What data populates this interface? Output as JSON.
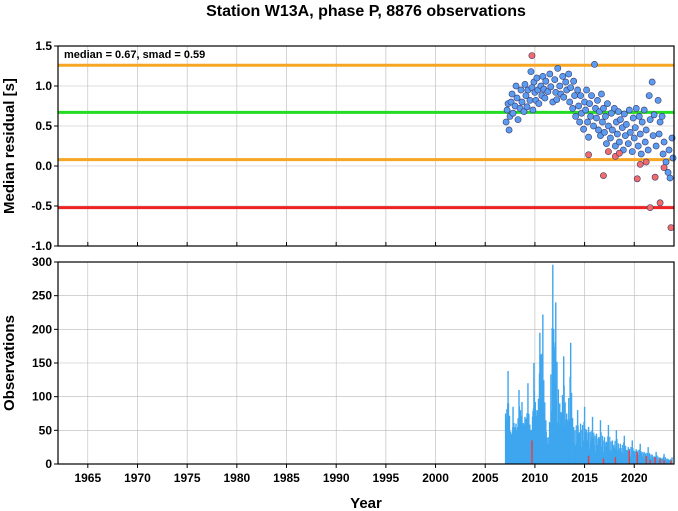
{
  "title": "Station W13A, phase P, 8876 observations",
  "chart_data": [
    {
      "type": "scatter",
      "ylabel": "Median residual [s]",
      "xlim": [
        1962,
        2024
      ],
      "ylim": [
        -1.0,
        1.5
      ],
      "yticks": [
        "1.5",
        "1.0",
        "0.5",
        "0.0",
        "-0.5",
        "-1.0"
      ],
      "grid": true,
      "annotation": "median = 0.67, smad = 0.59",
      "reference_lines": [
        {
          "value": 1.26,
          "color": "#f6a623"
        },
        {
          "value": 0.67,
          "color": "#22dd22"
        },
        {
          "value": 0.08,
          "color": "#f6a623"
        },
        {
          "value": -0.52,
          "color": "#ee2222"
        }
      ],
      "series": [
        {
          "color": "#5b9bf0",
          "points": [
            [
              2007.1,
              0.55
            ],
            [
              2007.2,
              0.7
            ],
            [
              2007.3,
              0.78
            ],
            [
              2007.4,
              0.45
            ],
            [
              2007.5,
              0.62
            ],
            [
              2007.6,
              0.8
            ],
            [
              2007.7,
              0.9
            ],
            [
              2007.8,
              0.66
            ],
            [
              2008.0,
              0.75
            ],
            [
              2008.1,
              1.0
            ],
            [
              2008.2,
              0.85
            ],
            [
              2008.3,
              0.58
            ],
            [
              2008.5,
              0.72
            ],
            [
              2008.6,
              0.95
            ],
            [
              2008.7,
              0.8
            ],
            [
              2008.9,
              0.68
            ],
            [
              2009.0,
              1.02
            ],
            [
              2009.1,
              0.88
            ],
            [
              2009.2,
              0.74
            ],
            [
              2009.3,
              0.95
            ],
            [
              2009.5,
              0.82
            ],
            [
              2009.6,
              1.18
            ],
            [
              2009.7,
              0.98
            ],
            [
              2009.8,
              0.7
            ],
            [
              2009.9,
              1.05
            ],
            [
              2010.0,
              0.92
            ],
            [
              2010.1,
              0.82
            ],
            [
              2010.2,
              1.1
            ],
            [
              2010.3,
              0.95
            ],
            [
              2010.4,
              0.78
            ],
            [
              2010.6,
              1.0
            ],
            [
              2010.7,
              0.88
            ],
            [
              2010.8,
              1.12
            ],
            [
              2010.9,
              0.96
            ],
            [
              2011.0,
              0.85
            ],
            [
              2011.1,
              1.06
            ],
            [
              2011.3,
              0.93
            ],
            [
              2011.5,
              1.15
            ],
            [
              2011.6,
              0.99
            ],
            [
              2011.8,
              0.8
            ],
            [
              2012.0,
              1.08
            ],
            [
              2012.1,
              0.92
            ],
            [
              2012.2,
              0.83
            ],
            [
              2012.3,
              1.22
            ],
            [
              2012.5,
              1.0
            ],
            [
              2012.6,
              0.9
            ],
            [
              2012.8,
              1.12
            ],
            [
              2012.9,
              0.86
            ],
            [
              2013.1,
              1.05
            ],
            [
              2013.2,
              0.95
            ],
            [
              2013.4,
              1.15
            ],
            [
              2013.5,
              0.8
            ],
            [
              2013.6,
              0.98
            ],
            [
              2013.8,
              0.72
            ],
            [
              2013.9,
              1.06
            ],
            [
              2014.0,
              0.88
            ],
            [
              2014.1,
              0.62
            ],
            [
              2014.3,
              0.95
            ],
            [
              2014.4,
              0.75
            ],
            [
              2014.5,
              0.55
            ],
            [
              2014.6,
              0.88
            ],
            [
              2014.7,
              0.66
            ],
            [
              2014.9,
              0.46
            ],
            [
              2015.0,
              0.8
            ],
            [
              2015.1,
              0.7
            ],
            [
              2015.2,
              0.95
            ],
            [
              2015.3,
              0.55
            ],
            [
              2015.4,
              0.36
            ],
            [
              2015.5,
              0.78
            ],
            [
              2015.6,
              0.62
            ],
            [
              2015.7,
              0.88
            ],
            [
              2015.9,
              0.5
            ],
            [
              2016.0,
              1.27
            ],
            [
              2016.1,
              0.72
            ],
            [
              2016.2,
              0.6
            ],
            [
              2016.3,
              0.82
            ],
            [
              2016.4,
              0.45
            ],
            [
              2016.5,
              0.68
            ],
            [
              2016.6,
              0.38
            ],
            [
              2016.7,
              0.9
            ],
            [
              2016.8,
              0.55
            ],
            [
              2016.9,
              0.72
            ],
            [
              2017.0,
              0.42
            ],
            [
              2017.1,
              0.62
            ],
            [
              2017.2,
              0.28
            ],
            [
              2017.3,
              0.78
            ],
            [
              2017.4,
              0.5
            ],
            [
              2017.6,
              0.35
            ],
            [
              2017.7,
              0.66
            ],
            [
              2017.8,
              0.45
            ],
            [
              2018.0,
              0.72
            ],
            [
              2018.1,
              0.25
            ],
            [
              2018.2,
              0.55
            ],
            [
              2018.3,
              0.4
            ],
            [
              2018.4,
              0.68
            ],
            [
              2018.5,
              0.3
            ],
            [
              2018.6,
              0.58
            ],
            [
              2018.8,
              0.48
            ],
            [
              2018.9,
              0.2
            ],
            [
              2019.0,
              0.65
            ],
            [
              2019.1,
              0.38
            ],
            [
              2019.2,
              0.52
            ],
            [
              2019.4,
              0.28
            ],
            [
              2019.5,
              0.7
            ],
            [
              2019.6,
              0.42
            ],
            [
              2019.8,
              0.18
            ],
            [
              2019.9,
              0.6
            ],
            [
              2020.0,
              0.35
            ],
            [
              2020.1,
              0.48
            ],
            [
              2020.2,
              0.72
            ],
            [
              2020.4,
              0.25
            ],
            [
              2020.5,
              0.62
            ],
            [
              2020.6,
              0.4
            ],
            [
              2020.7,
              0.15
            ],
            [
              2020.8,
              0.55
            ],
            [
              2021.0,
              0.7
            ],
            [
              2021.1,
              0.3
            ],
            [
              2021.2,
              0.45
            ],
            [
              2021.4,
              0.2
            ],
            [
              2021.5,
              0.88
            ],
            [
              2021.6,
              0.58
            ],
            [
              2021.8,
              1.05
            ],
            [
              2021.9,
              0.38
            ],
            [
              2022.0,
              0.64
            ],
            [
              2022.2,
              0.25
            ],
            [
              2022.4,
              0.82
            ],
            [
              2022.5,
              0.4
            ],
            [
              2022.6,
              0.55
            ],
            [
              2022.8,
              0.62
            ],
            [
              2022.9,
              0.15
            ],
            [
              2023.0,
              0.3
            ],
            [
              2023.2,
              0.05
            ],
            [
              2023.4,
              -0.08
            ],
            [
              2023.5,
              0.2
            ],
            [
              2023.6,
              -0.15
            ],
            [
              2023.8,
              0.35
            ],
            [
              2023.9,
              0.1
            ]
          ]
        },
        {
          "color": "#f26b6b",
          "points": [
            [
              2009.7,
              1.38
            ],
            [
              2015.4,
              0.14
            ],
            [
              2016.9,
              -0.12
            ],
            [
              2017.4,
              0.18
            ],
            [
              2018.1,
              0.12
            ],
            [
              2018.5,
              0.16
            ],
            [
              2020.3,
              -0.16
            ],
            [
              2020.6,
              0.02
            ],
            [
              2021.2,
              0.05
            ],
            [
              2021.6,
              -0.52
            ],
            [
              2022.1,
              -0.14
            ],
            [
              2022.6,
              -0.46
            ],
            [
              2023.0,
              -0.02
            ],
            [
              2023.7,
              -0.77
            ]
          ]
        }
      ]
    },
    {
      "type": "bar",
      "xlabel": "Year",
      "ylabel": "Observations",
      "xlim": [
        1962,
        2024
      ],
      "ylim": [
        0,
        300
      ],
      "xticks": [
        "1965",
        "1970",
        "1975",
        "1980",
        "1985",
        "1990",
        "1995",
        "2000",
        "2005",
        "2010",
        "2015",
        "2020"
      ],
      "yticks": [
        "300",
        "250",
        "200",
        "150",
        "100",
        "50",
        "0"
      ],
      "grid": true,
      "series": [
        {
          "color": "#3ea6ee",
          "spikes": [
            [
              2007.05,
              75
            ],
            [
              2007.3,
              138
            ],
            [
              2007.6,
              45
            ],
            [
              2007.8,
              85
            ],
            [
              2008.1,
              60
            ],
            [
              2008.4,
              110
            ],
            [
              2008.7,
              92
            ],
            [
              2009.0,
              70
            ],
            [
              2009.3,
              120
            ],
            [
              2009.6,
              50
            ],
            [
              2009.9,
              150
            ],
            [
              2010.2,
              80
            ],
            [
              2010.5,
              195
            ],
            [
              2010.8,
              222
            ],
            [
              2011.1,
              65
            ],
            [
              2011.4,
              40
            ],
            [
              2011.8,
              296
            ],
            [
              2012.1,
              240
            ],
            [
              2012.5,
              90
            ],
            [
              2012.9,
              160
            ],
            [
              2013.2,
              75
            ],
            [
              2013.6,
              180
            ],
            [
              2013.9,
              55
            ],
            [
              2014.3,
              80
            ],
            [
              2014.6,
              60
            ],
            [
              2015.0,
              85
            ],
            [
              2015.4,
              55
            ],
            [
              2015.8,
              70
            ],
            [
              2016.2,
              45
            ],
            [
              2016.6,
              65
            ],
            [
              2017.0,
              40
            ],
            [
              2017.4,
              58
            ],
            [
              2017.8,
              35
            ],
            [
              2018.2,
              50
            ],
            [
              2018.6,
              30
            ],
            [
              2019.0,
              42
            ],
            [
              2019.4,
              25
            ],
            [
              2019.8,
              35
            ],
            [
              2020.2,
              22
            ],
            [
              2020.6,
              30
            ],
            [
              2021.0,
              18
            ],
            [
              2021.4,
              25
            ],
            [
              2021.8,
              14
            ],
            [
              2022.2,
              18
            ],
            [
              2022.6,
              10
            ],
            [
              2023.0,
              15
            ],
            [
              2023.4,
              8
            ],
            [
              2023.8,
              10
            ]
          ]
        },
        {
          "color": "#ee3b3b",
          "spikes": [
            [
              2009.7,
              35
            ],
            [
              2015.4,
              12
            ],
            [
              2016.9,
              8
            ],
            [
              2018.1,
              10
            ],
            [
              2019.5,
              20
            ],
            [
              2020.3,
              18
            ],
            [
              2021.2,
              12
            ],
            [
              2021.6,
              6
            ],
            [
              2022.1,
              10
            ],
            [
              2022.6,
              8
            ],
            [
              2023.0,
              6
            ],
            [
              2023.7,
              5
            ]
          ]
        }
      ]
    }
  ]
}
